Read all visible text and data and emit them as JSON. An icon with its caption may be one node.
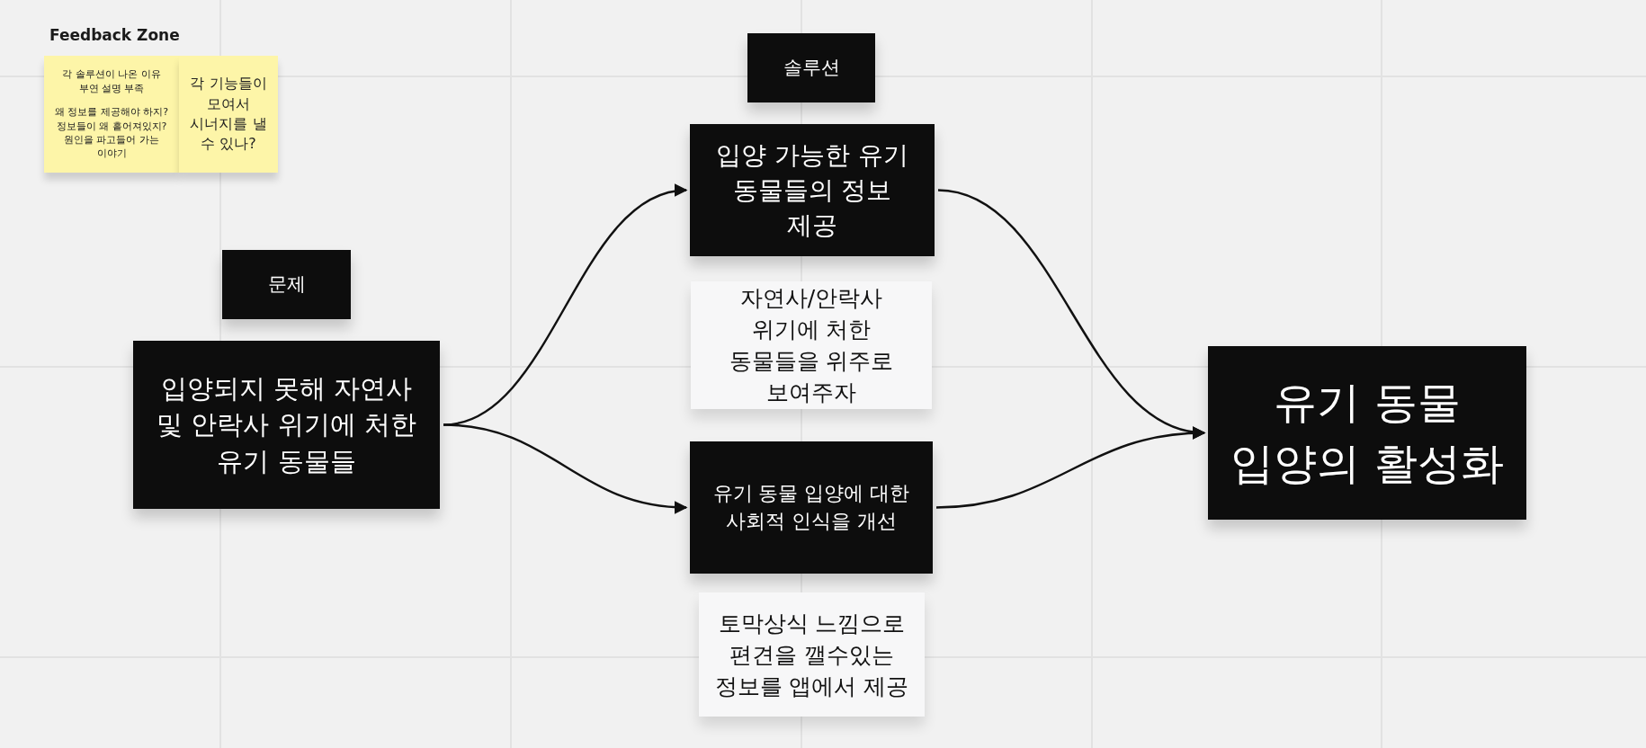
{
  "diagram": {
    "nodes": [
      {
        "text": [
          "각 솔루션이 나온 이유 부연 설명 부족",
          "왜 정보를 제공해야 하지? 정보들이 왜 흩어져있지? 원인을 파고들어 가는 이야기"
        ]
      },
      {
        "text": [
          "각 기능들이 모여서 시너지를 낼 수 있나?"
        ]
      },
      {
        "text": [
          "솔루션"
        ]
      },
      {
        "text": [
          "입양 가능한 유기 동물들의 정보 제공"
        ]
      },
      {
        "text": [
          "자연사/안락사 위기에 처한 동물들을 위주로 보여주자"
        ]
      },
      {
        "text": [
          "유기 동물 입양에 대한 사회적 인식을 개선"
        ]
      },
      {
        "text": [
          "토막상식 느낌으로 편견을 깰수있는 정보를 앱에서 제공"
        ]
      },
      {
        "text": [
          "문제"
        ]
      },
      {
        "text": [
          "입양되지 못해 자연사 및 안락사 위기에 처한 유기 동물들"
        ]
      },
      {
        "text": [
          "유기 동물 입양의 활성화"
        ]
      }
    ],
    "edges": [
      {
        "from": 8,
        "to": 3,
        "arrow": "to"
      },
      {
        "from": 8,
        "to": 5,
        "arrow": "to"
      },
      {
        "from": 3,
        "to": 9,
        "arrow": "to"
      },
      {
        "from": 5,
        "to": 9,
        "arrow": "to"
      }
    ],
    "labels": [
      "Feedback Zone"
    ]
  }
}
